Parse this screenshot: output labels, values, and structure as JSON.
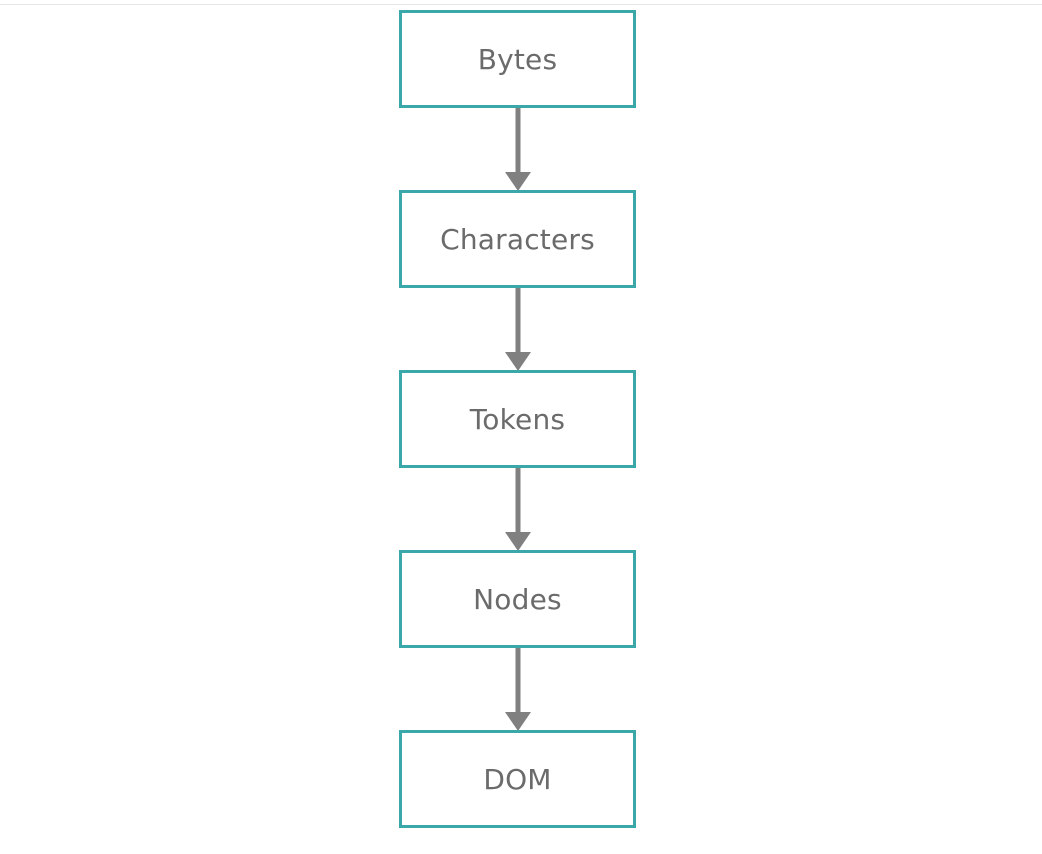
{
  "diagram": {
    "colors": {
      "node_border": "#3aa8a8",
      "label": "#6b6b6b",
      "arrow": "#808080"
    },
    "nodes": [
      {
        "label": "Bytes"
      },
      {
        "label": "Characters"
      },
      {
        "label": "Tokens"
      },
      {
        "label": "Nodes"
      },
      {
        "label": "DOM"
      }
    ]
  }
}
